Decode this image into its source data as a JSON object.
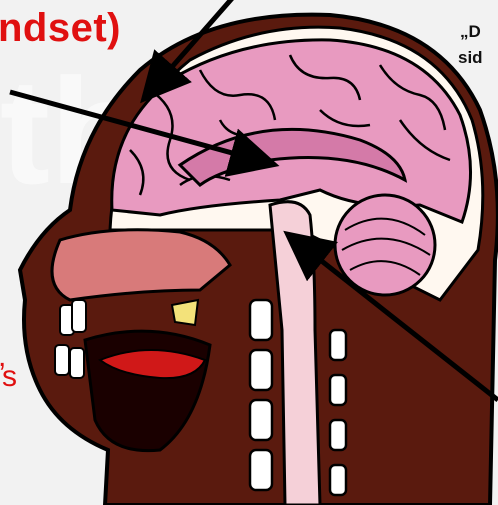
{
  "labels": {
    "mindset_fragment": "ndset)",
    "quote_fragment": "„D",
    "side_fragment": "sid",
    "left_comma_fragment": ",",
    "left_s_fragment": "s"
  },
  "watermark": {
    "text": "th"
  },
  "colors": {
    "accent_red": "#e01010",
    "brain_pink": "#e89ac0",
    "tissue_brown": "#5a1a0e",
    "arrow_black": "#000000"
  }
}
